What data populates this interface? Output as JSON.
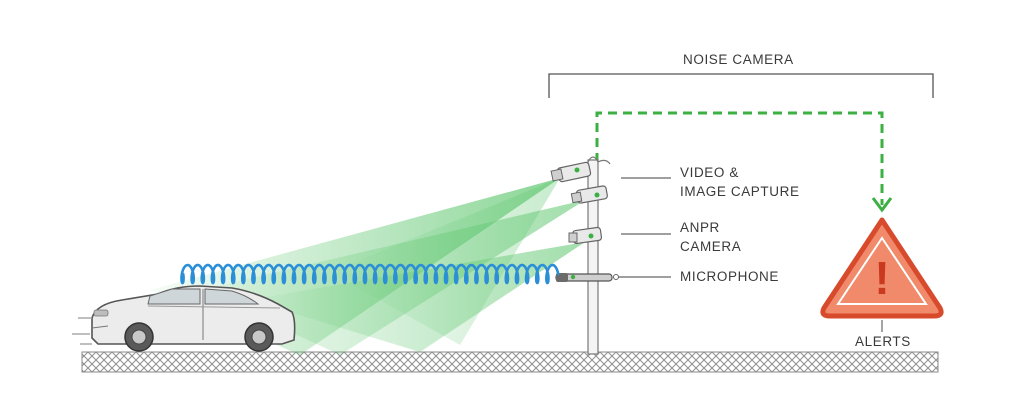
{
  "title": "NOISE CAMERA",
  "labels": {
    "video_line1": "VIDEO &",
    "video_line2": "IMAGE CAPTURE",
    "anpr_line1": "ANPR",
    "anpr_line2": "CAMERA",
    "microphone": "MICROPHONE",
    "alerts": "ALERTS"
  },
  "alert_symbol": "!",
  "colors": {
    "beam_green": "#7fd38a",
    "sound_wave_blue": "#2b8fd8",
    "alert_dashed_line": "#3cb043",
    "warning_fill": "#f08a6b",
    "warning_stroke": "#d84a2c",
    "ground_hatch": "#9a9a9a",
    "text": "#3a3a3a"
  },
  "icons": [
    "car-icon",
    "cctv-camera-icon",
    "anpr-camera-icon",
    "microphone-icon",
    "warning-triangle-icon",
    "pole-icon"
  ]
}
